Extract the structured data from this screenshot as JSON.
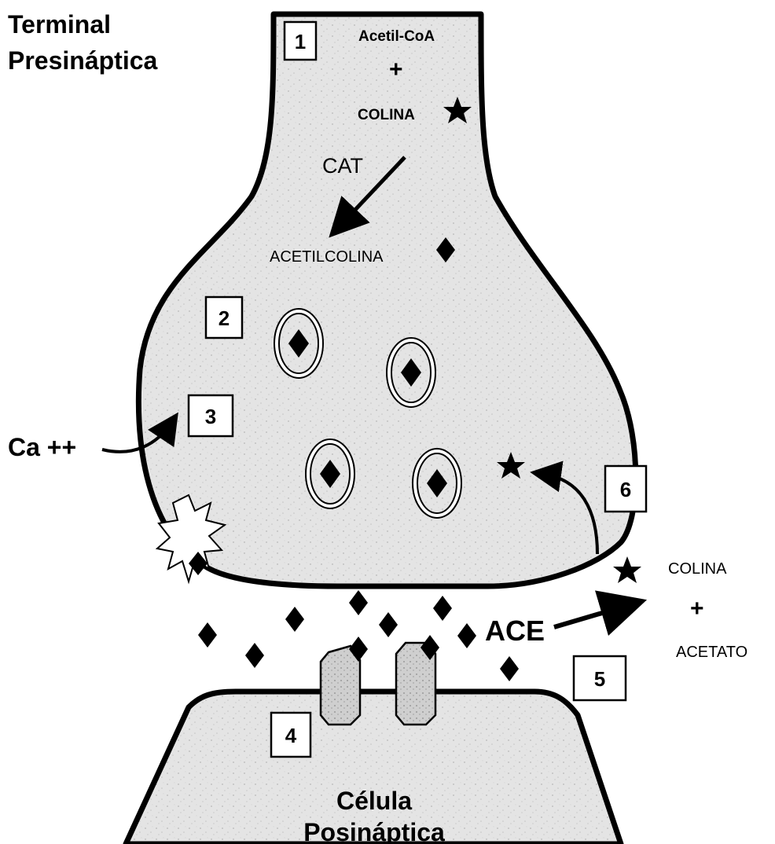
{
  "title": {
    "line1": "Terminal",
    "line2": "Presináptica"
  },
  "postsynaptic": {
    "line1": "Célula",
    "line2": "Posináptica"
  },
  "synthesis": {
    "acetyl_coa": "Acetil-CoA",
    "plus": "+",
    "choline": "COLINA",
    "enzyme": "CAT",
    "product": "ACETILCOLINA"
  },
  "calcium": "Ca ++",
  "enzyme_ace": "ACE",
  "breakdown": {
    "choline": "COLINA",
    "plus": "+",
    "acetate": "ACETATO"
  },
  "steps": [
    "1",
    "2",
    "3",
    "4",
    "5",
    "6"
  ],
  "icons": {
    "acetylcholine": "diamond-icon",
    "choline": "star-icon",
    "vesicle": "vesicle-icon",
    "receptor": "receptor-icon",
    "exocytosis": "burst-icon"
  },
  "colors": {
    "stroke": "#000000",
    "fill": "#e2e2e2",
    "background": "#ffffff"
  }
}
